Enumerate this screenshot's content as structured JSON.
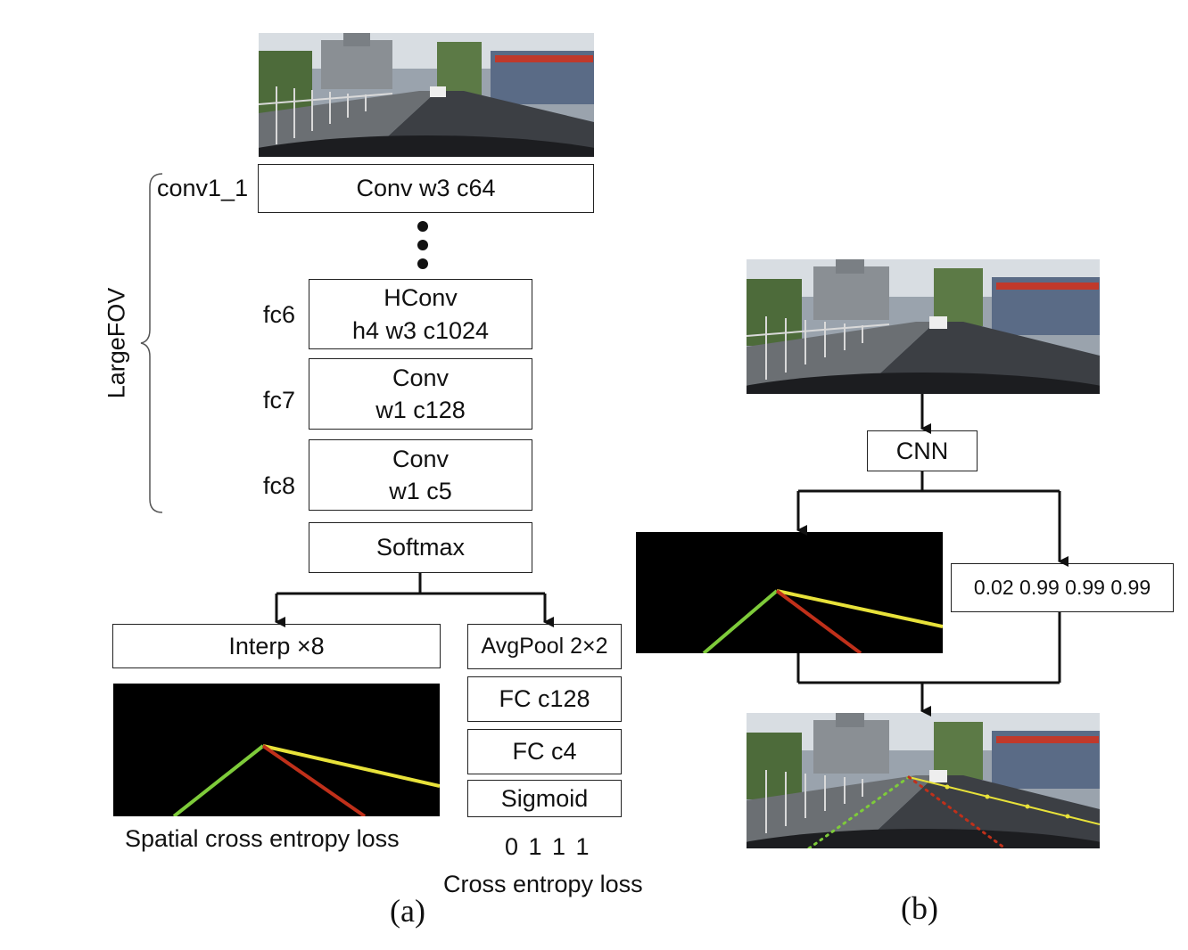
{
  "panel_a": {
    "caption": "(a)",
    "brace_label": "LargeFOV",
    "layers": [
      {
        "label": "conv1_1",
        "lines": [
          "Conv w3 c64"
        ]
      },
      {
        "label": "fc6",
        "lines": [
          "HConv",
          "h4 w3 c1024"
        ]
      },
      {
        "label": "fc7",
        "lines": [
          "Conv",
          "w1 c128"
        ]
      },
      {
        "label": "fc8",
        "lines": [
          "Conv",
          "w1 c5"
        ]
      }
    ],
    "softmax": "Softmax",
    "interp": "Interp ×8",
    "spatial_loss": "Spatial cross entropy loss",
    "branch_layers": [
      "AvgPool 2×2",
      "FC c128",
      "FC c4",
      "Sigmoid"
    ],
    "existence_output": "0 1 1 1",
    "ce_loss": "Cross entropy loss"
  },
  "panel_b": {
    "caption": "(b)",
    "cnn": "CNN",
    "probabilities": "0.02 0.99 0.99 0.99"
  },
  "colors": {
    "lane_green": "#7ecb3a",
    "lane_yellow": "#e8e23a",
    "lane_red": "#c0301a",
    "mask_bg": "#000000",
    "stroke": "#222222"
  }
}
